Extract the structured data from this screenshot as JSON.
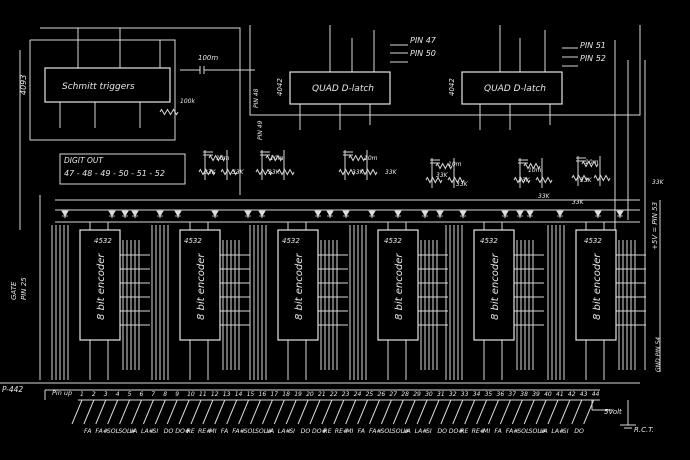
{
  "blocks": {
    "schmitt": {
      "part": "4093",
      "label": "Schmitt triggers"
    },
    "latch1": {
      "part": "4042",
      "label": "QUAD D-latch",
      "pins": [
        "PIN 47",
        "PIN 50"
      ]
    },
    "latch2": {
      "part": "4042",
      "label": "QUAD D-latch",
      "pins": [
        "PIN 51",
        "PIN 52"
      ]
    },
    "pin48": "PIN 48",
    "pin49": "PIN 49"
  },
  "resistors": {
    "r100m": "100m",
    "r100k": "100k",
    "r10m": "10m",
    "r33k": "33K"
  },
  "digit_out": {
    "title": "DIGIT OUT",
    "pins": "47 - 48 - 49 - 50 - 51 - 52"
  },
  "counters": [
    {
      "part": "4532",
      "label": "8 bit encoder"
    },
    {
      "part": "4532",
      "label": "8 bit encoder"
    },
    {
      "part": "4532",
      "label": "8 bit encoder"
    },
    {
      "part": "4532",
      "label": "8 bit encoder"
    },
    {
      "part": "4532",
      "label": "8 bit encoder"
    },
    {
      "part": "4532",
      "label": "8 bit encoder"
    }
  ],
  "side_labels": {
    "gate": "GATE",
    "pin25": "PIN 25",
    "plus5v": "+5V = PIN 53",
    "gnd": "GND PIN 54"
  },
  "bus": {
    "name": "P-442",
    "header": "Pin up",
    "pin_numbers": [
      "1",
      "2",
      "3",
      "4",
      "5",
      "6",
      "7",
      "8",
      "9",
      "10",
      "11",
      "12",
      "13",
      "14",
      "15",
      "16",
      "17",
      "18",
      "19",
      "20",
      "21",
      "22",
      "23",
      "24",
      "25",
      "26",
      "27",
      "28",
      "29",
      "30",
      "31",
      "32",
      "33",
      "34",
      "35",
      "36",
      "37",
      "38",
      "39",
      "40",
      "41",
      "42",
      "43",
      "44"
    ],
    "notes": [
      "FA",
      "FA#",
      "SOL",
      "SOL#",
      "LA",
      "LA#",
      "SI",
      "DO",
      "DO#",
      "RE",
      "RE#",
      "MI",
      "FA",
      "FA#",
      "SOL",
      "SOL#",
      "LA",
      "LA#",
      "SI",
      "DO",
      "DO#",
      "RE",
      "RE#",
      "MI",
      "FA",
      "FA#",
      "SOL",
      "SOL#",
      "LA",
      "LA#",
      "SI",
      "DO",
      "DO#",
      "RE",
      "RE#",
      "MI",
      "FA",
      "FA#",
      "SOL",
      "SOL#",
      "LA",
      "LA#",
      "SI",
      "DO"
    ]
  },
  "power": {
    "volt": "5Volt",
    "rct": "R.C.T."
  }
}
